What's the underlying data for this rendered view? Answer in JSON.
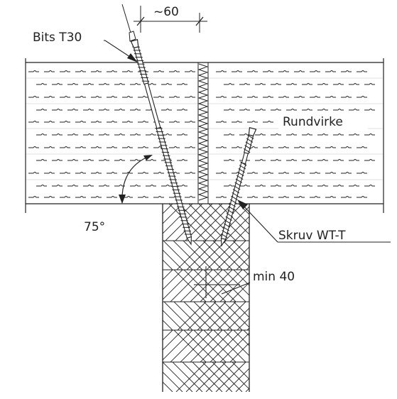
{
  "labels": {
    "bit": "Bits T30",
    "spacing": "~60",
    "timber": "Rundvirke",
    "angle": "75°",
    "screw": "Skruv WT-T",
    "min_depth": "min 40"
  },
  "colors": {
    "line": "#222222",
    "background": "#ffffff"
  }
}
